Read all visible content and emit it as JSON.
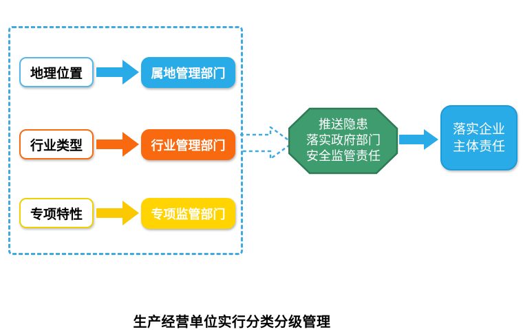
{
  "caption": "生产经营单位实行分类分级管理",
  "rows": [
    {
      "factor": "地理位置",
      "department": "属地管理部门",
      "color": "#29abe8"
    },
    {
      "factor": "行业类型",
      "department": "行业管理部门",
      "color": "#f9690f"
    },
    {
      "factor": "专项特性",
      "department": "专项监管部门",
      "color": "#ffd400"
    }
  ],
  "hub": {
    "line1": "推送隐患",
    "line2": "落实政府部门",
    "line3": "安全监管责任",
    "fill_color": "#3e9c6e",
    "border_color": "#2d7a54"
  },
  "result": {
    "line1": "落实企业",
    "line2": "主体责任",
    "fill_color": "#29abe8"
  },
  "frame_color": "#3fa9e0"
}
